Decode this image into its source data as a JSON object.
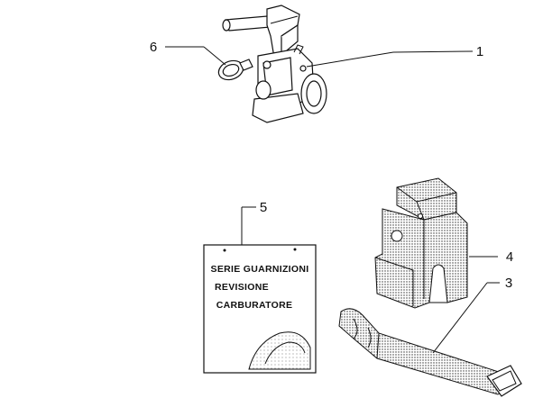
{
  "callouts": {
    "c1": "1",
    "c3": "3",
    "c4": "4",
    "c5": "5",
    "c6": "6"
  },
  "kit_label": {
    "line1": "SERIE GUARNIZIONI",
    "line2": "REVISIONE",
    "line3": "CARBURATORE"
  },
  "colors": {
    "ink": "#111111",
    "background": "#ffffff"
  }
}
